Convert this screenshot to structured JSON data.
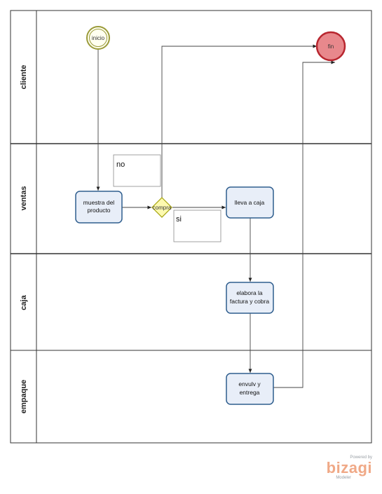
{
  "lanes": {
    "cliente": "cliente",
    "ventas": "ventas",
    "caja": "caja",
    "empaque": "empaque"
  },
  "events": {
    "start": "inicio",
    "end": "fin"
  },
  "tasks": {
    "muestra": [
      "muestra del",
      "producto"
    ],
    "lleva": [
      "lleva a caja"
    ],
    "elabora": [
      "elabora la",
      "factura y cobra"
    ],
    "envuelve": [
      "envulv y",
      "entrega"
    ]
  },
  "gateway": {
    "label": "compra"
  },
  "annotations": {
    "no": "no",
    "si": "si"
  },
  "branding": {
    "powered": "Powered by",
    "name": "bizagi",
    "product": "Modeler"
  },
  "colors": {
    "task_fill": "#e8eef8",
    "task_stroke": "#2f5e8e",
    "start_stroke": "#9b9b3a",
    "start_fill": "#fffff0",
    "end_fill": "#e8888c",
    "end_stroke": "#b8262f",
    "gateway_fill": "#fdfab0",
    "gateway_stroke": "#a4a20b"
  }
}
